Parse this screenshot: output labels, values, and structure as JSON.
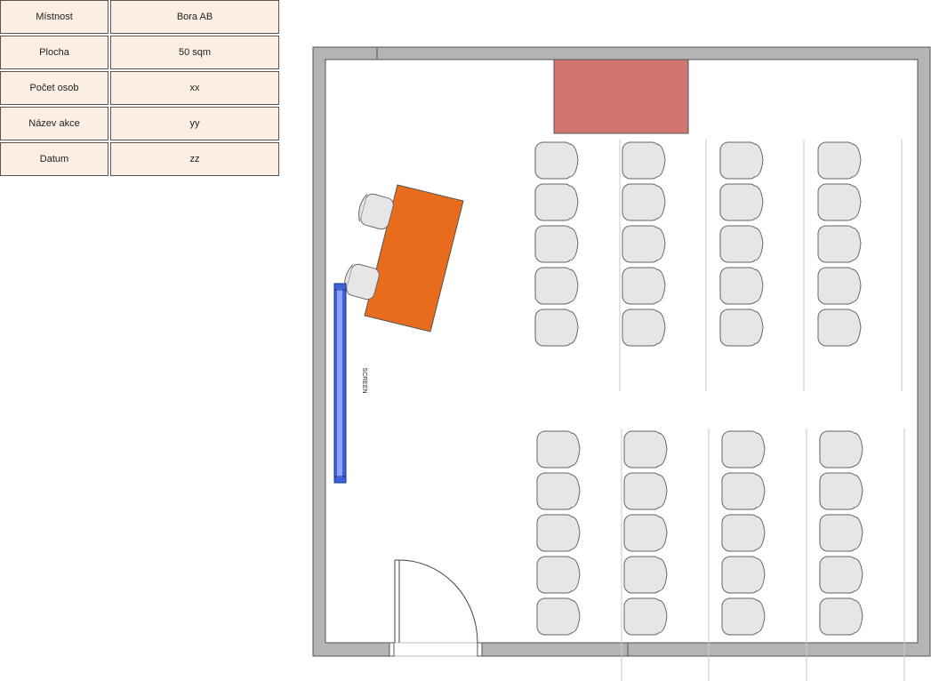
{
  "info_table": {
    "rows": [
      {
        "label": "Místnost",
        "value": "Bora AB"
      },
      {
        "label": "Plocha",
        "value": "50 sqm"
      },
      {
        "label": "Počet osob",
        "value": "xx"
      },
      {
        "label": "Název akce",
        "value": "yy"
      },
      {
        "label": "Datum",
        "value": "zz"
      }
    ]
  },
  "floor_plan": {
    "screen_label": "SCREEN",
    "colors": {
      "wall": "#b4b4b4",
      "wall_border": "#555555",
      "desk": "#e96c1c",
      "top_table": "#d27570",
      "screen": "#3d62e0",
      "chair": "#e6e6e6",
      "chair_border": "#666666"
    },
    "chair_blocks": [
      {
        "name": "front",
        "columns": 4,
        "rows": 5
      },
      {
        "name": "back",
        "columns": 4,
        "rows": 5
      }
    ]
  }
}
